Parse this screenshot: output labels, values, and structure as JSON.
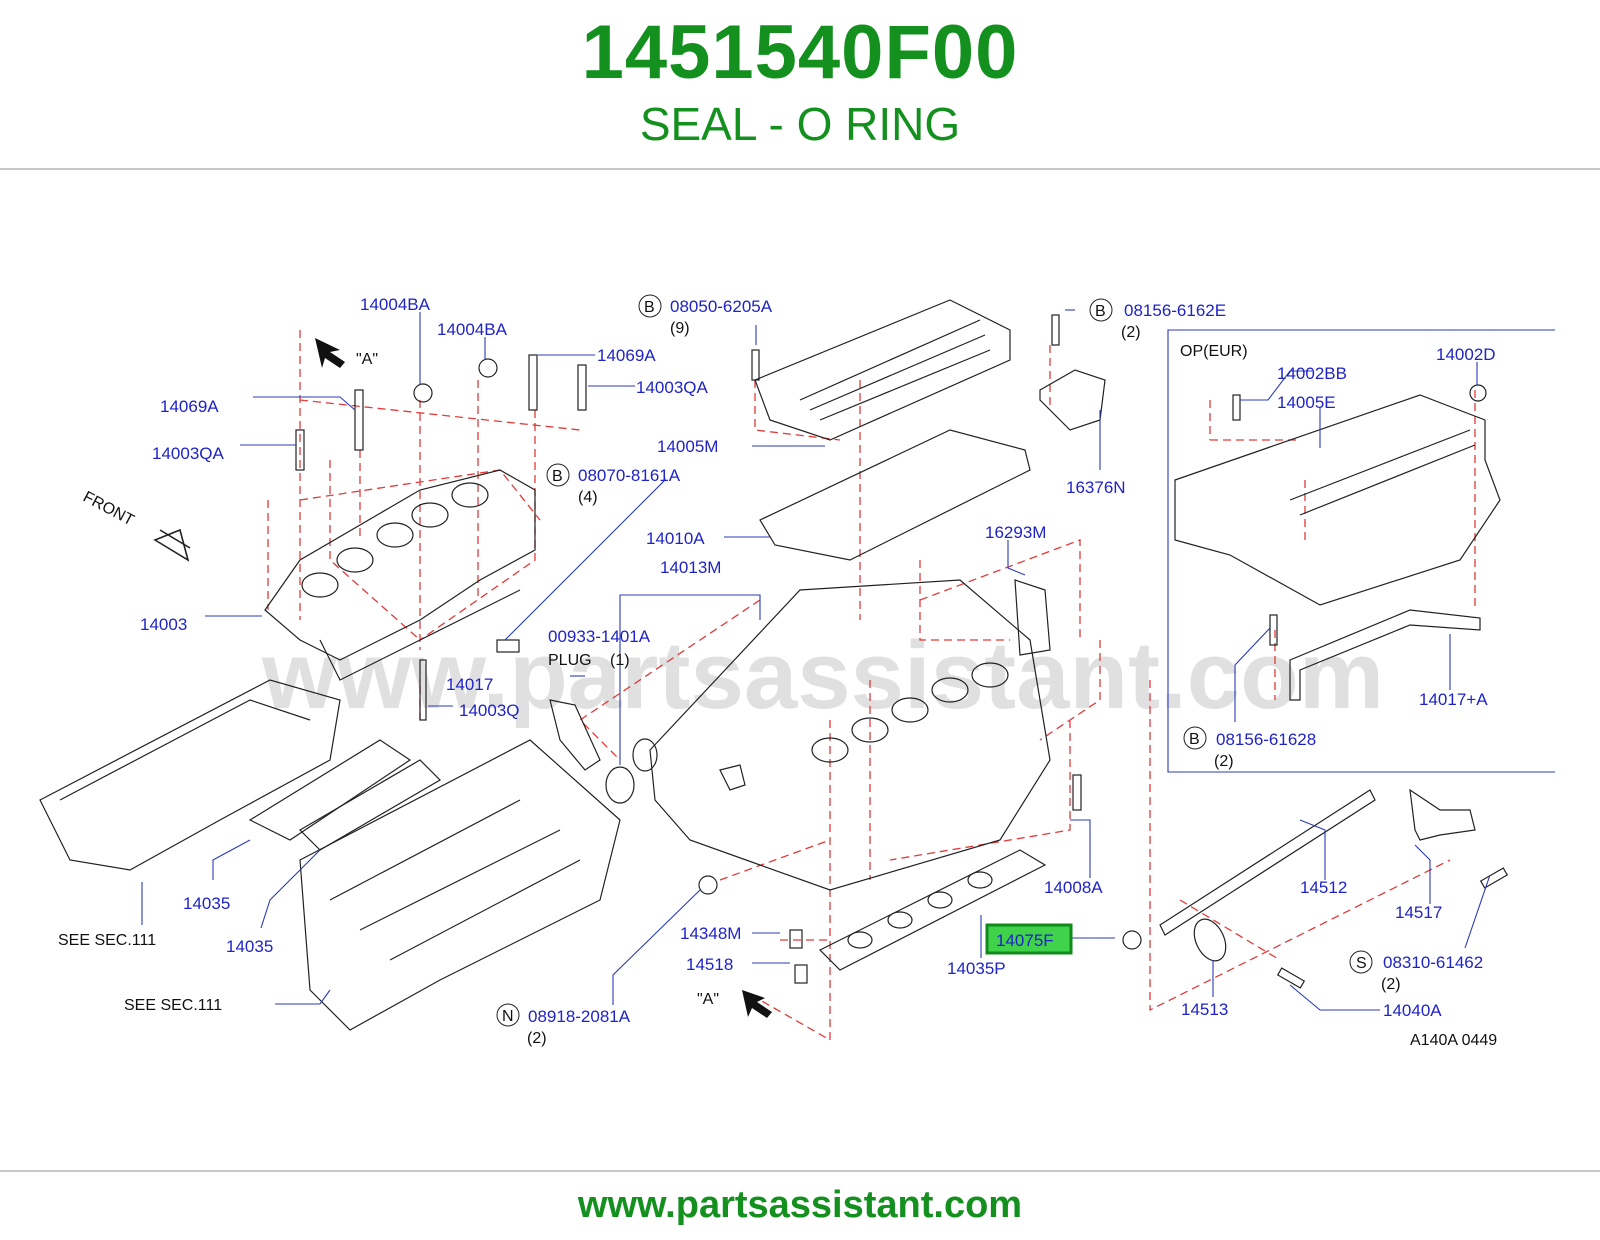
{
  "header": {
    "part_number": "1451540F00",
    "description": "SEAL - O RING"
  },
  "footer": {
    "url": "www.partsassistant.com"
  },
  "watermark": "www.partsassistant.com",
  "colors": {
    "title": "#13901e",
    "label": "#1f23c8",
    "highlight": "#3fd24a",
    "callout_line": "#e23a3a"
  },
  "diagram": {
    "code": "A140A   0449",
    "highlighted_part": "14075F",
    "labels": {
      "l14004BA_1": "14004BA",
      "l14004BA_2": "14004BA",
      "l14069A_1": "14069A",
      "l14003QA_1": "14003QA",
      "l14069A_2": "14069A",
      "l14003QA_2": "14003QA",
      "l14003": "14003",
      "l14017": "14017",
      "l14003Q": "14003Q",
      "l14035_1": "14035",
      "l14035_2": "14035",
      "l08050": "08050-6205A",
      "l08050_qty": "(9)",
      "l08070": "08070-8161A",
      "l08070_qty": "(4)",
      "l14005M": "14005M",
      "l14010A": "14010A",
      "l14013M": "14013M",
      "l00933": "00933-1401A",
      "l_plug": "PLUG",
      "l_plug_qty": "(1)",
      "l08156E": "08156-6162E",
      "l08156E_qty": "(2)",
      "l16376N": "16376N",
      "l16293M": "16293M",
      "l14008A": "14008A",
      "l14075F": "14075F",
      "l14035P": "14035P",
      "l14348M": "14348M",
      "l14518": "14518",
      "l08918": "08918-2081A",
      "l08918_qty": "(2)",
      "l_opeur": "OP(EUR)",
      "l14002BB": "14002BB",
      "l14002D": "14002D",
      "l14005E": "14005E",
      "l14017A": "14017+A",
      "l08156_628": "08156-61628",
      "l08156_628_qty": "(2)",
      "l14512": "14512",
      "l14517": "14517",
      "l08310": "08310-61462",
      "l08310_qty": "(2)",
      "l14513": "14513",
      "l14040A": "14040A",
      "l_see1": "SEE   SEC.111",
      "l_see2": "SEE   SEC.111",
      "l_front": "FRONT",
      "l_viewA_1": "\"A\"",
      "l_viewA_2": "\"A\"",
      "c_B1": "B",
      "c_B2": "B",
      "c_B3": "B",
      "c_B4": "B",
      "c_N": "N",
      "c_S": "S"
    }
  }
}
